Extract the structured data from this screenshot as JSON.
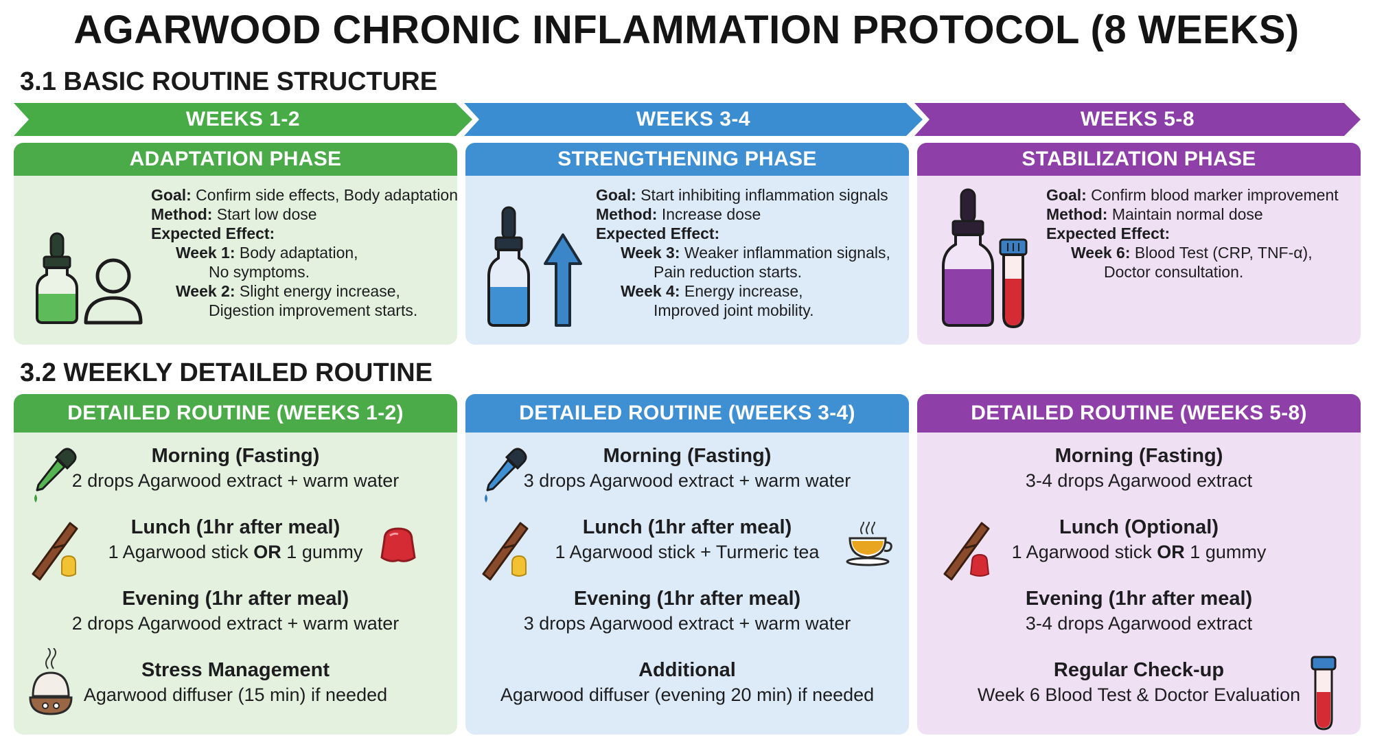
{
  "title": "AGARWOOD CHRONIC INFLAMMATION PROTOCOL (8 WEEKS)",
  "section1": "3.1 BASIC ROUTINE STRUCTURE",
  "section2": "3.2 WEEKLY DETAILED ROUTINE",
  "colors": {
    "green": "#47ab46",
    "blue": "#3b8dd2",
    "purple": "#8c3ea8"
  },
  "phases": [
    {
      "weeks": "WEEKS 1-2",
      "name": "ADAPTATION PHASE",
      "goal_label": "Goal:",
      "goal": "Confirm side effects, Body adaptation",
      "method_label": "Method:",
      "method": "Start low dose",
      "expected_label": "Expected Effect:",
      "effects": [
        {
          "week": "Week 1:",
          "l1": "Body adaptation,",
          "l2": "No symptoms."
        },
        {
          "week": "Week 2:",
          "l1": "Slight energy increase,",
          "l2": "Digestion improvement starts."
        }
      ],
      "icons": [
        "dropper-bottle-green-icon",
        "person-icon"
      ]
    },
    {
      "weeks": "WEEKS 3-4",
      "name": "STRENGTHENING PHASE",
      "goal_label": "Goal:",
      "goal": "Start inhibiting inflammation signals",
      "method_label": "Method:",
      "method": "Increase dose",
      "expected_label": "Expected Effect:",
      "effects": [
        {
          "week": "Week 3:",
          "l1": "Weaker inflammation signals,",
          "l2": "Pain reduction starts."
        },
        {
          "week": "Week 4:",
          "l1": "Energy increase,",
          "l2": "Improved joint mobility."
        }
      ],
      "icons": [
        "dropper-bottle-blue-icon",
        "up-arrow-icon"
      ]
    },
    {
      "weeks": "WEEKS 5-8",
      "name": "STABILIZATION PHASE",
      "goal_label": "Goal:",
      "goal": "Confirm blood marker improvement",
      "method_label": "Method:",
      "method": "Maintain normal dose",
      "expected_label": "Expected Effect:",
      "effects": [
        {
          "week": "Week 6:",
          "l1": "Blood Test (CRP, TNF-α),",
          "l2": "Doctor consultation."
        }
      ],
      "icons": [
        "dropper-bottle-purple-icon",
        "blood-tube-icon"
      ]
    }
  ],
  "routines": [
    {
      "header": "DETAILED ROUTINE (WEEKS 1-2)",
      "morning_h": "Morning (Fasting)",
      "morning_d": "2 drops Agarwood extract + warm water",
      "lunch_h": "Lunch (1hr after meal)",
      "lunch_pre": "1 Agarwood stick",
      "lunch_or": "OR",
      "lunch_post": "1 gummy",
      "evening_h": "Evening (1hr after meal)",
      "evening_d": "2 drops Agarwood extract + warm water",
      "extra_h": "Stress Management",
      "extra_d": "Agarwood diffuser (15 min) if needed"
    },
    {
      "header": "DETAILED ROUTINE (WEEKS 3-4)",
      "morning_h": "Morning (Fasting)",
      "morning_d": "3 drops Agarwood extract + warm water",
      "lunch_h": "Lunch (1hr after meal)",
      "lunch_d": "1 Agarwood stick + Turmeric tea",
      "evening_h": "Evening (1hr after meal)",
      "evening_d": "3 drops Agarwood extract + warm water",
      "extra_h": "Additional",
      "extra_d": "Agarwood diffuser (evening 20 min) if needed"
    },
    {
      "header": "DETAILED ROUTINE (WEEKS 5-8)",
      "morning_h": "Morning (Fasting)",
      "morning_d": "3-4 drops Agarwood extract",
      "lunch_h": "Lunch (Optional)",
      "lunch_pre": "1 Agarwood stick",
      "lunch_or": "OR",
      "lunch_post": "1 gummy",
      "evening_h": "Evening (1hr after meal)",
      "evening_d": "3-4 drops Agarwood extract",
      "extra_h": "Regular Check-up",
      "extra_d": "Week 6 Blood Test & Doctor Evaluation"
    }
  ]
}
